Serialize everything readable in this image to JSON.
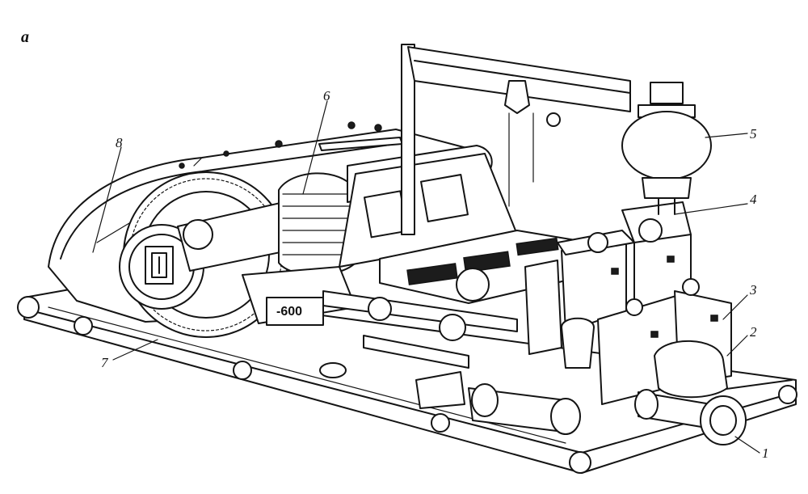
{
  "figure_letter": "a",
  "plate_text": "-600",
  "callouts": [
    {
      "id": "1",
      "text": "1"
    },
    {
      "id": "2",
      "text": "2"
    },
    {
      "id": "3",
      "text": "3"
    },
    {
      "id": "4",
      "text": "4"
    },
    {
      "id": "5",
      "text": "5"
    },
    {
      "id": "6",
      "text": "6"
    },
    {
      "id": "7",
      "text": "7"
    },
    {
      "id": "8",
      "text": "8"
    }
  ]
}
